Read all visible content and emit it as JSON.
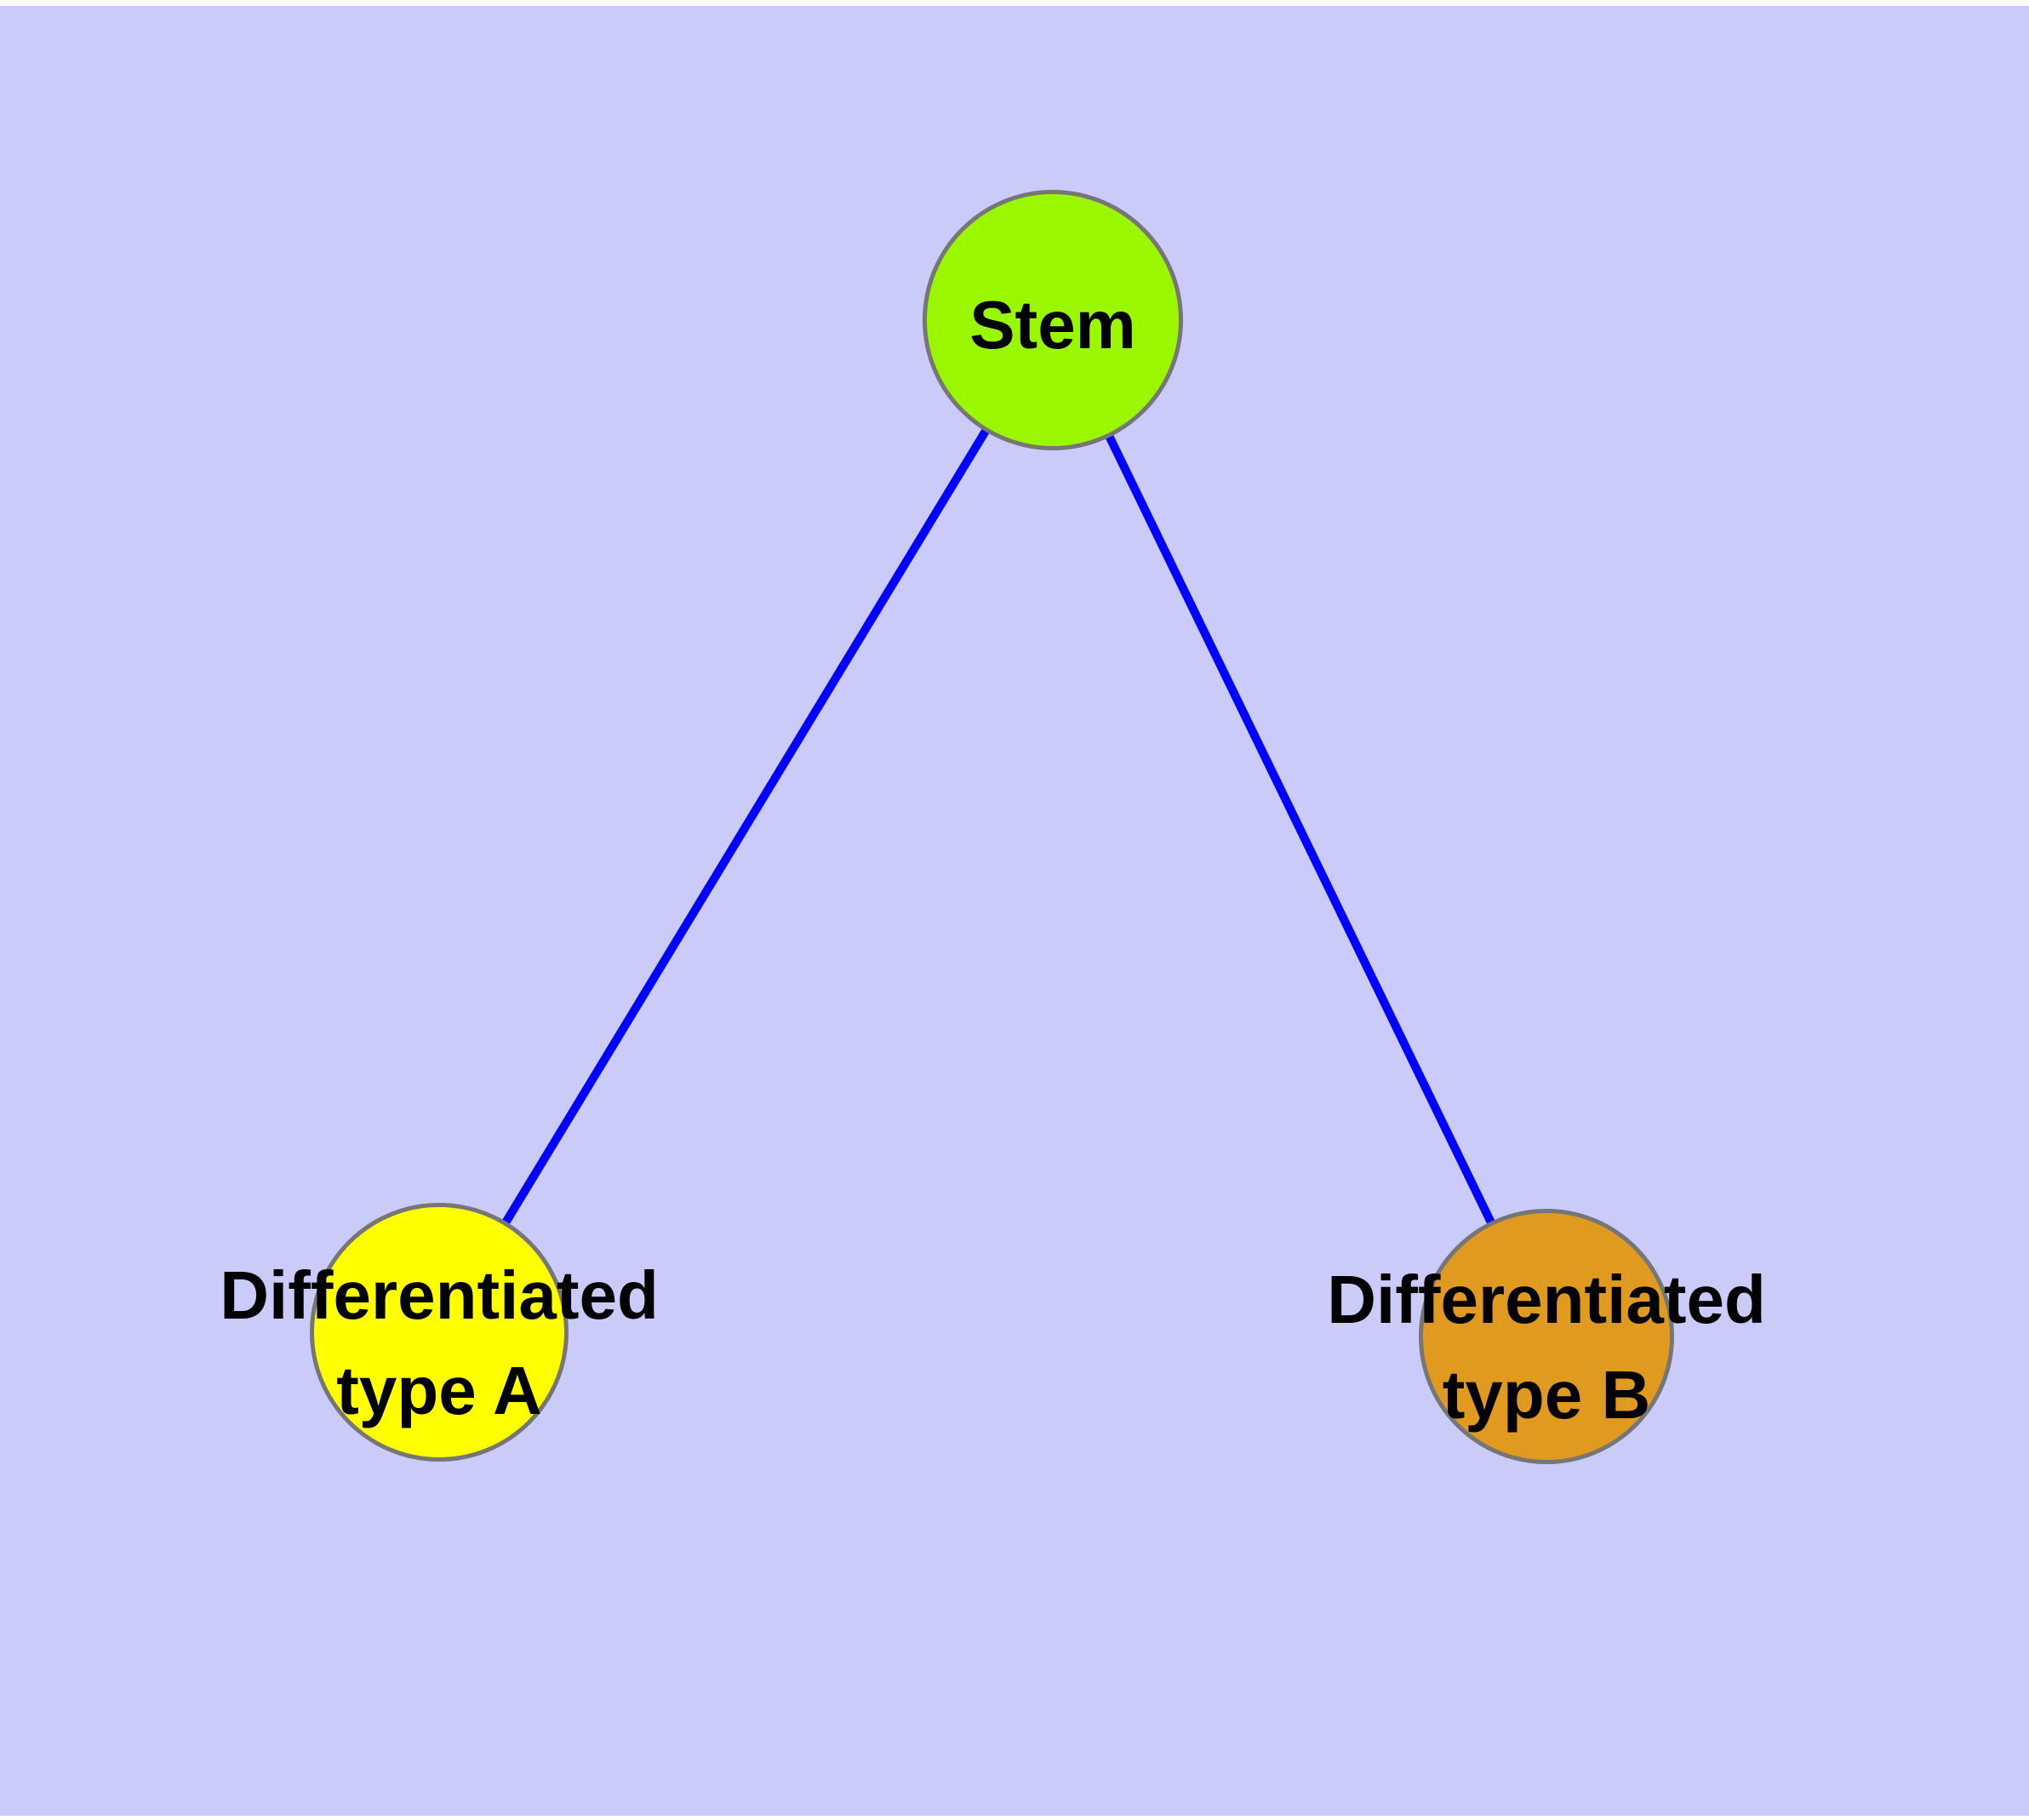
{
  "diagram": {
    "background_color": "#CBCBF9",
    "frame_color": "#FFFFFF",
    "edge_color": "#0000FF",
    "text_color": "#000000",
    "node_border_color": "#767676",
    "nodes": [
      {
        "id": "stem",
        "label": "Stem",
        "fill": "#9AF700"
      },
      {
        "id": "differentiated-type-a",
        "label": "Differentiated\ntype A",
        "fill": "#FFFF00"
      },
      {
        "id": "differentiated-type-b",
        "label": "Differentiated\ntype B",
        "fill": "#E19A20"
      }
    ],
    "edges": [
      {
        "from": "Stem",
        "to": "Differentiated type A"
      },
      {
        "from": "Stem",
        "to": "Differentiated type B"
      }
    ]
  }
}
